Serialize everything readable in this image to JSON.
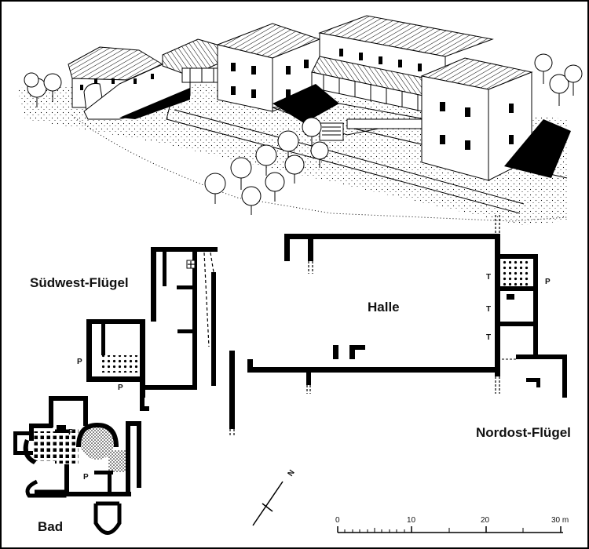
{
  "labels": {
    "southwest_wing": "Südwest-Flügel",
    "hall": "Halle",
    "northeast_wing": "Nordost-Flügel",
    "bath": "Bad",
    "north": "N"
  },
  "room_marks": {
    "praefurnium": "P",
    "t": "T"
  },
  "scale_bar": {
    "ticks": [
      "0",
      "10",
      "20",
      "30 m"
    ]
  }
}
